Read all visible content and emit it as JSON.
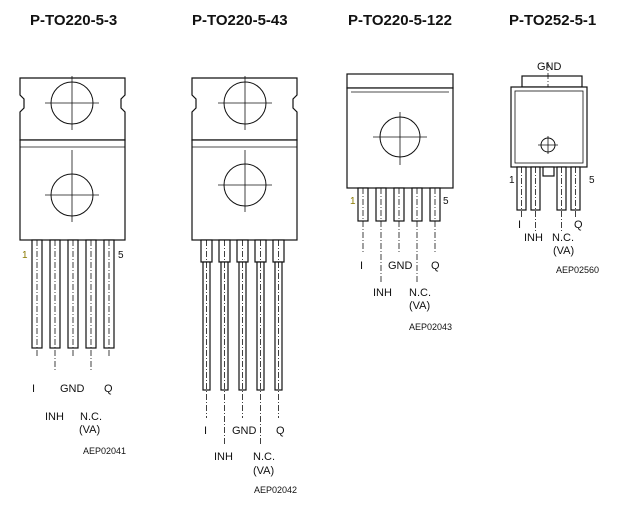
{
  "packages": [
    {
      "title": "P-TO220-5-3",
      "pin_first": "1",
      "pin_last": "5",
      "labels": [
        "I",
        "INH",
        "GND",
        "N.C.",
        "(VA)",
        "Q"
      ],
      "code": "AEP02041"
    },
    {
      "title": "P-TO220-5-43",
      "labels": [
        "I",
        "INH",
        "GND",
        "N.C.",
        "(VA)",
        "Q"
      ],
      "code": "AEP02042"
    },
    {
      "title": "P-TO220-5-122",
      "pin_first": "1",
      "pin_last": "5",
      "labels": [
        "I",
        "INH",
        "GND",
        "N.C.",
        "(VA)",
        "Q"
      ],
      "code": "AEP02043"
    },
    {
      "title": "P-TO252-5-1",
      "pin_first": "1",
      "pin_last": "5",
      "top_label": "GND",
      "labels": [
        "I",
        "INH",
        "N.C.",
        "(VA)",
        "Q"
      ],
      "code": "AEP02560"
    }
  ]
}
